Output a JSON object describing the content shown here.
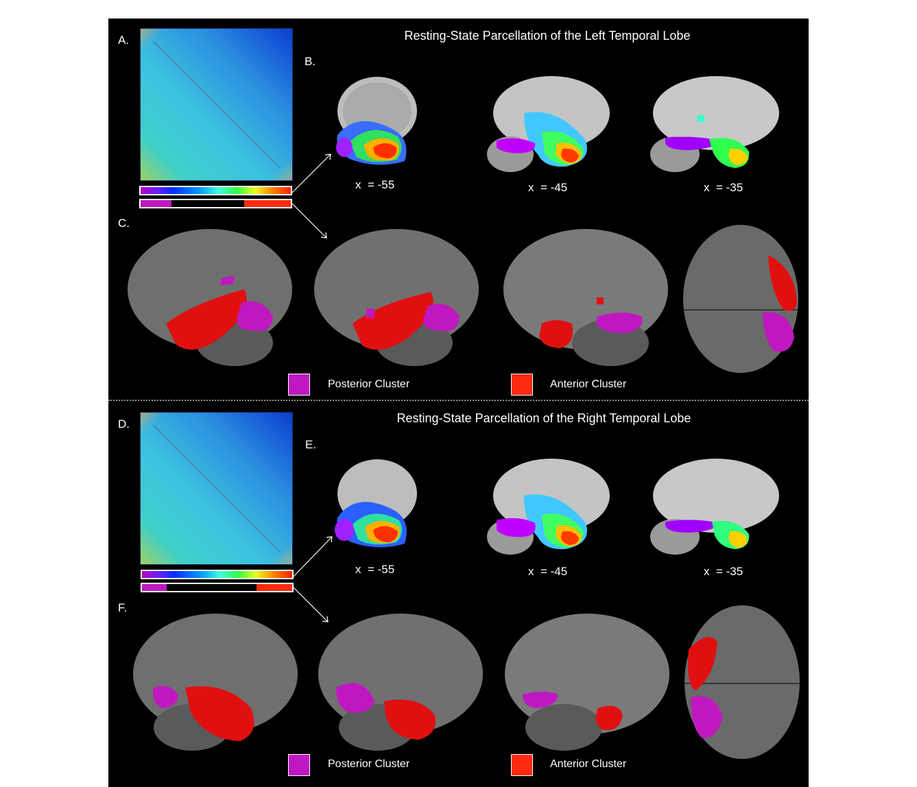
{
  "top": {
    "title": "Resting-State Parcellation of the Left Temporal Lobe",
    "panel_a": "A.",
    "panel_b": "B.",
    "panel_c": "C.",
    "coords": [
      "x  = -55",
      "x  = -45",
      "x  = -35"
    ]
  },
  "bottom": {
    "title": "Resting-State Parcellation of the Right Temporal Lobe",
    "panel_d": "D.",
    "panel_e": "E.",
    "panel_f": "F.",
    "coords": [
      "x  = -55",
      "x  = -45",
      "x  = -35"
    ]
  },
  "legend": {
    "posterior_label": "Posterior Cluster",
    "anterior_label": "Anterior Cluster"
  },
  "colors": {
    "posterior": "#c018c0",
    "anterior": "#ff2a10",
    "background": "#000000"
  }
}
